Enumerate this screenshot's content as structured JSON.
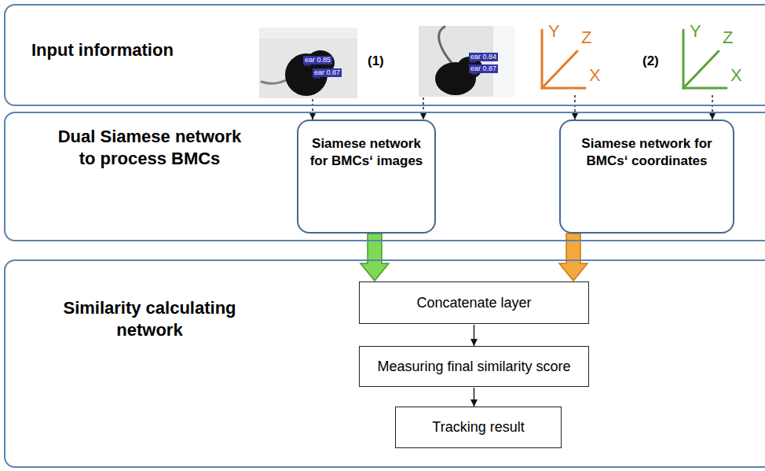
{
  "diagram": {
    "nodes": [
      {
        "text": [
          "Input information"
        ]
      },
      {
        "text": [
          "ear 0.85",
          "ear 0.87"
        ],
        "in": 0
      },
      {
        "text": [
          "ear 0.84",
          "ear 0.87"
        ],
        "in": 0
      },
      {
        "text": [
          "Y",
          "Z",
          "X"
        ],
        "in": 0
      },
      {
        "text": [
          "Y",
          "Z",
          "X"
        ],
        "in": 0
      },
      {
        "text": [
          "Dual Siamese network to process BMCs"
        ]
      },
      {
        "text": [
          "Siamese network for BMCs‘ images"
        ],
        "in": 5
      },
      {
        "text": [
          "Siamese network for BMCs‘ coordinates"
        ],
        "in": 5
      },
      {
        "text": [
          "Similarity calculating network"
        ]
      },
      {
        "text": [
          "Concatenate layer"
        ],
        "in": 8
      },
      {
        "text": [
          "Measuring final similarity score"
        ],
        "in": 8
      },
      {
        "text": [
          "Tracking result"
        ],
        "in": 8
      }
    ],
    "edges": [
      {
        "from": 1,
        "to": 6,
        "arrow": "to"
      },
      {
        "from": 2,
        "to": 6,
        "arrow": "to"
      },
      {
        "from": 3,
        "to": 7,
        "arrow": "to"
      },
      {
        "from": 4,
        "to": 7,
        "arrow": "to"
      },
      {
        "from": 6,
        "to": 9,
        "arrow": "to"
      },
      {
        "from": 7,
        "to": 9,
        "arrow": "to"
      },
      {
        "from": 9,
        "to": 10,
        "arrow": "to"
      },
      {
        "from": 10,
        "to": 11,
        "arrow": "to"
      }
    ],
    "labels": [
      "(1)",
      "(2)"
    ]
  }
}
